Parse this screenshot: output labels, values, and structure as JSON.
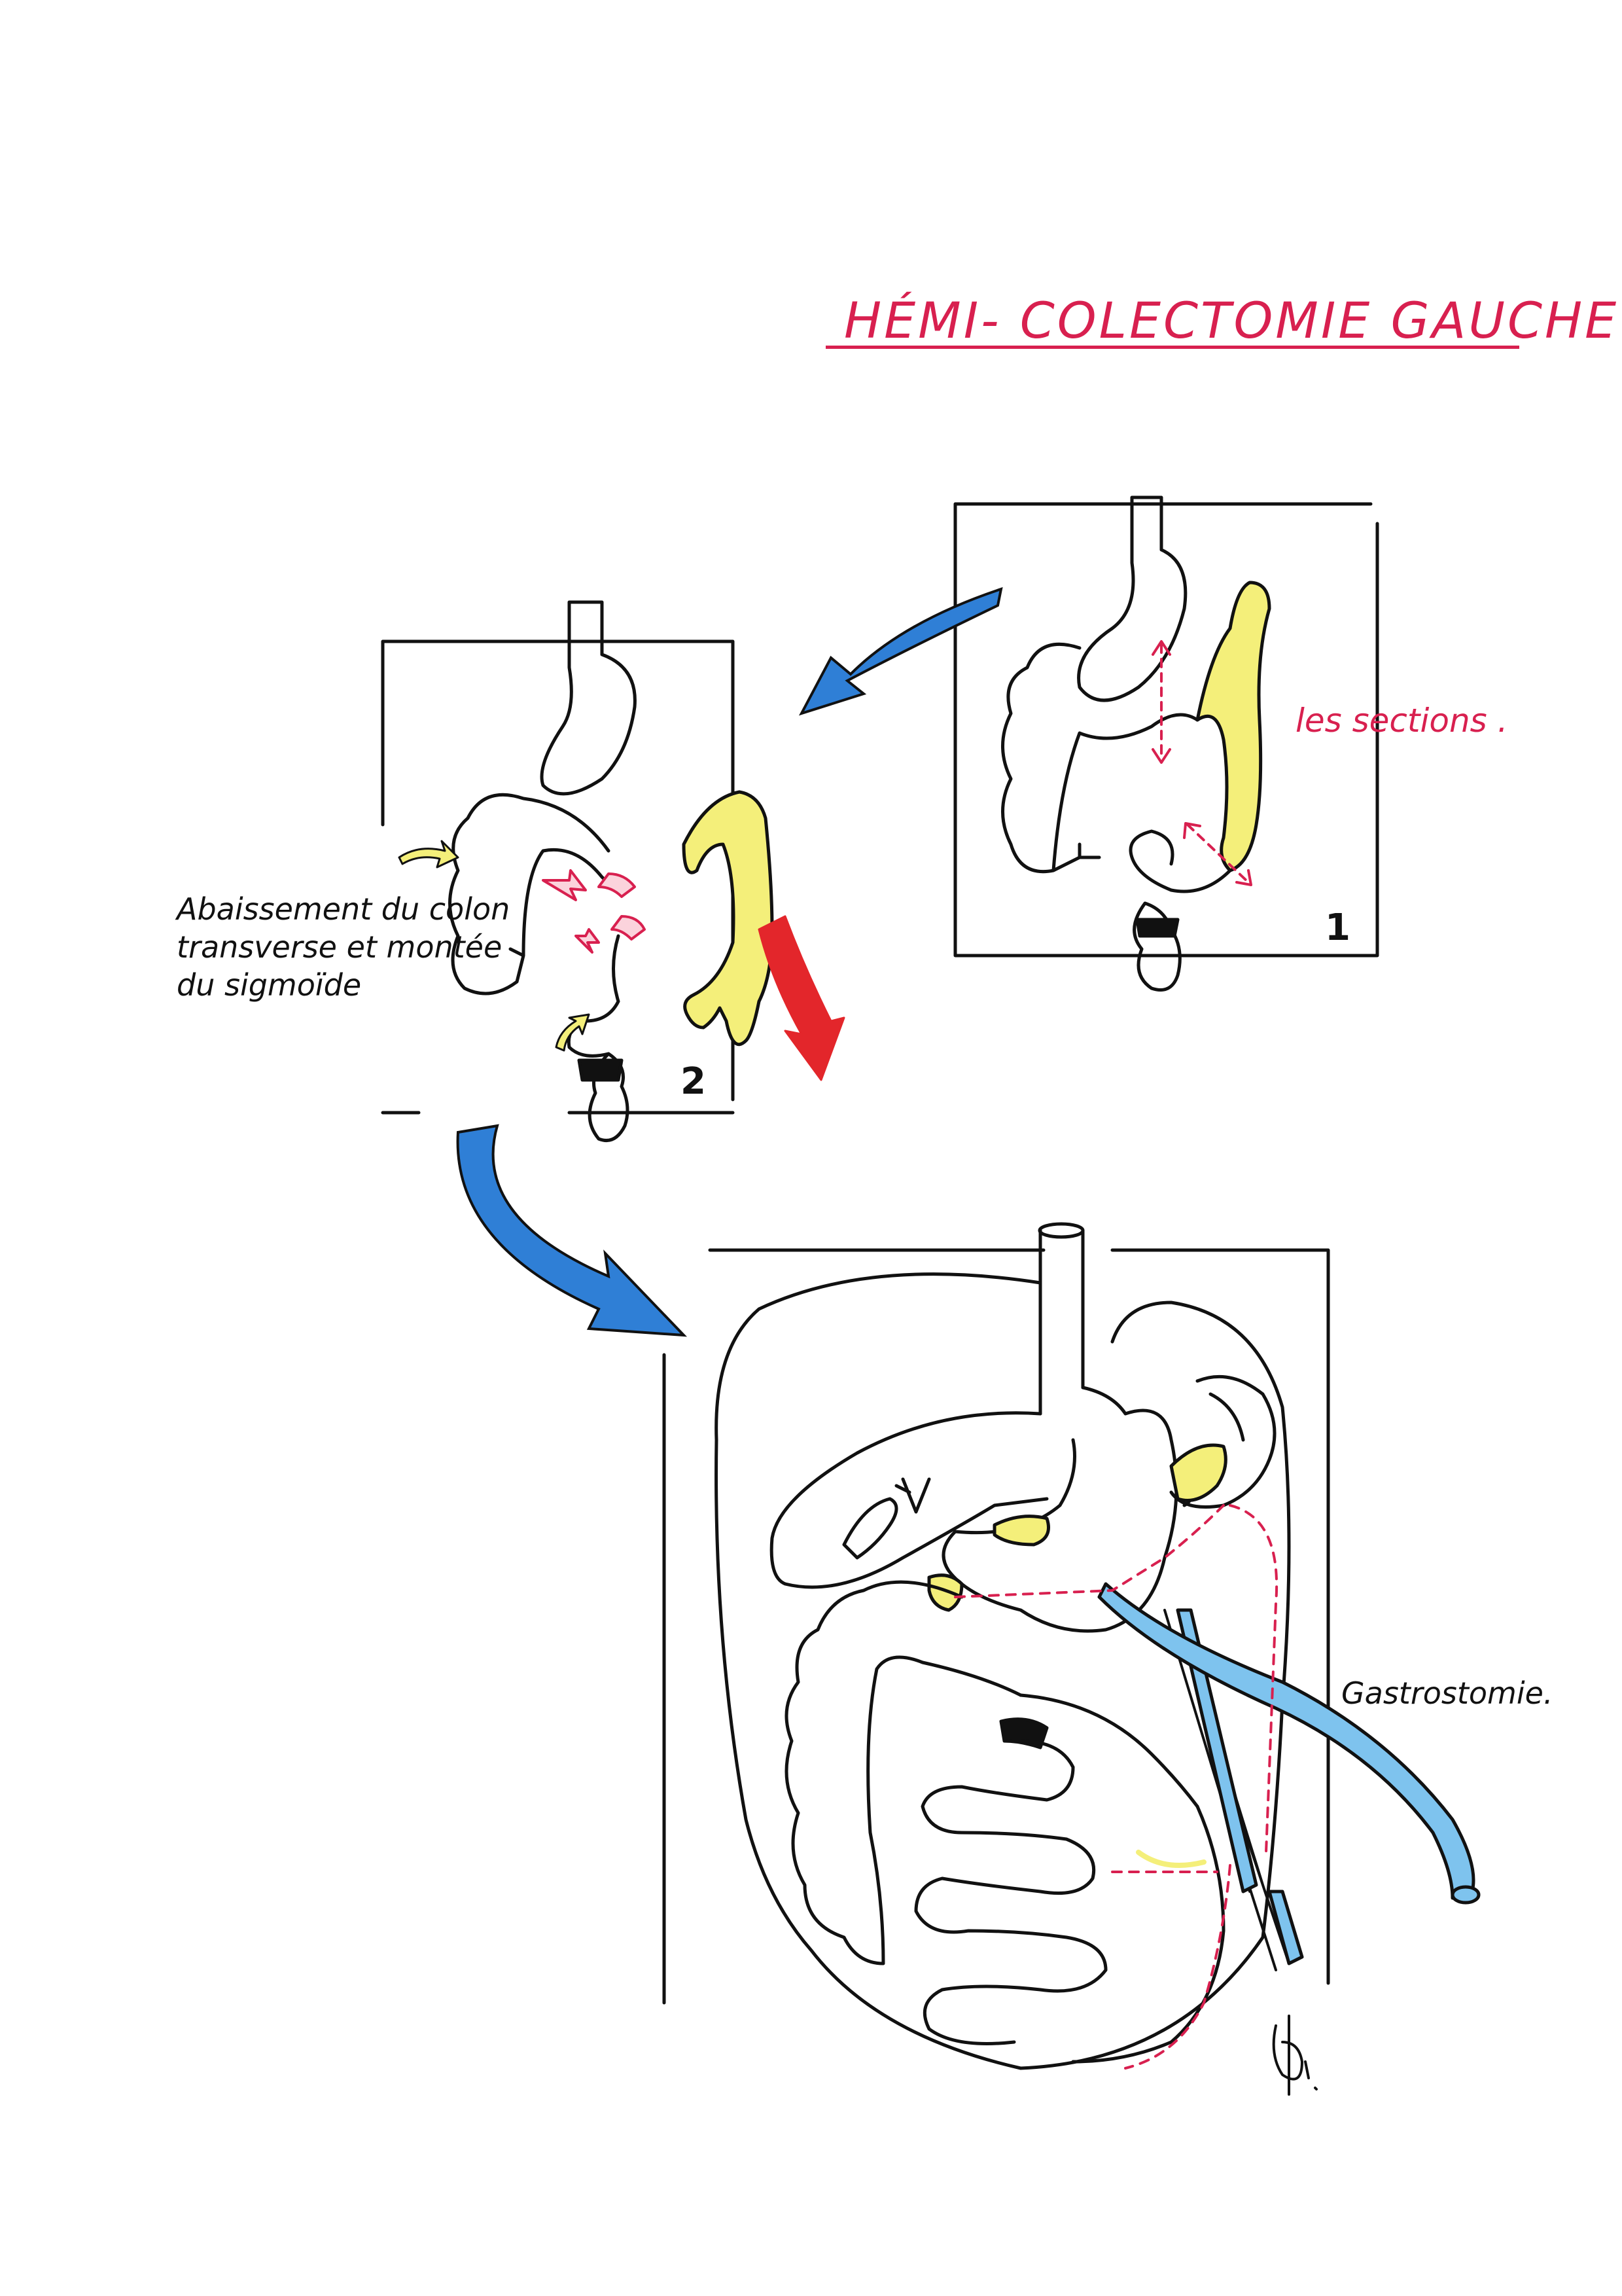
{
  "title": "HÉMI- COLECTOMIE GAUCHE",
  "labels": {
    "sections": "les sections .",
    "abaissement": "Abaissement du colon transverse et montée du sigmoïde",
    "gastrostomie": "Gastrostomie."
  },
  "panels": {
    "panel1_number": "1",
    "panel2_number": "2"
  },
  "colors": {
    "ink": "#111111",
    "accent_red": "#d8204f",
    "highlight_yellow": "#f4ef7a",
    "arrow_blue": "#2f7fd6",
    "tube_blue": "#7ec3ee",
    "arrow_red": "#e3262b"
  }
}
